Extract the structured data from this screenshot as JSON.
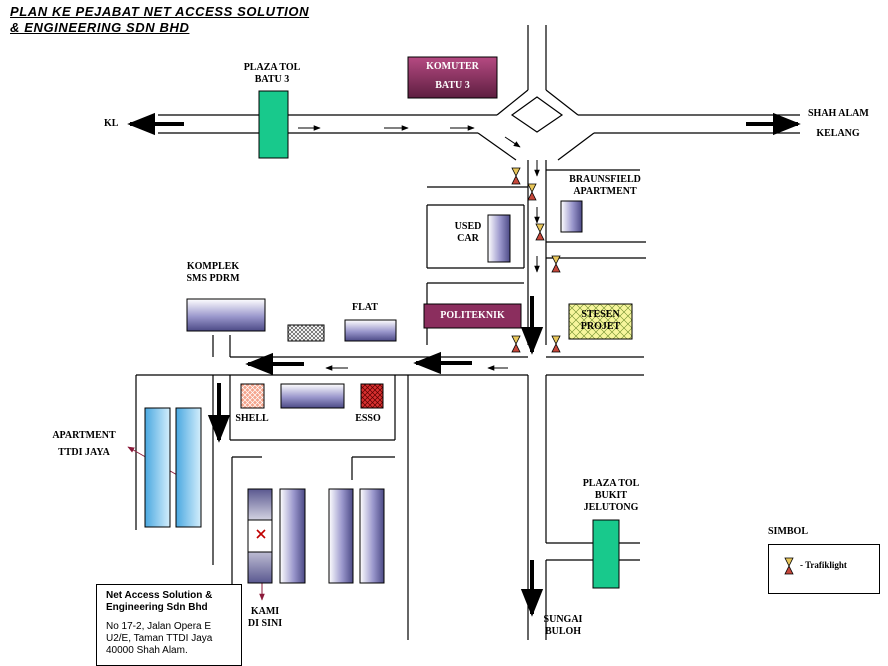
{
  "title": {
    "line1": "PLAN KE PEJABAT NET ACCESS SOLUTION",
    "line2": "& ENGINEERING SDN BHD"
  },
  "places": {
    "plaza_tol_batu3": [
      "PLAZA TOL",
      "BATU 3"
    ],
    "komuter": [
      "KOMUTER",
      "BATU 3"
    ],
    "kl": "KL",
    "shah_alam": "SHAH ALAM",
    "kelang": "KELANG",
    "braunsfield": [
      "BRAUNSFIELD",
      "APARTMENT"
    ],
    "used_car": [
      "USED",
      "CAR"
    ],
    "komplek": [
      "KOMPLEK",
      "SMS PDRM"
    ],
    "flat": "FLAT",
    "politeknik": "POLITEKNIK",
    "stesen_projet": [
      "STESEN",
      "PROJET"
    ],
    "shell": "SHELL",
    "esso": "ESSO",
    "apartment_ttdi": [
      "APARTMENT",
      "TTDI JAYA"
    ],
    "plaza_tol_bukit": [
      "PLAZA TOL",
      "BUKIT",
      "JELUTONG"
    ],
    "sungai_buloh": [
      "SUNGAI",
      "BULOH"
    ],
    "kami_di_sini": [
      "KAMI",
      "DI SINI"
    ]
  },
  "address": {
    "name": [
      "Net Access Solution &",
      "Engineering Sdn Bhd"
    ],
    "lines": [
      "No 17-2, Jalan Opera E",
      "U2/E, Taman TTDI Jaya",
      "40000 Shah Alam."
    ]
  },
  "legend": {
    "title": "SIMBOL",
    "trafficlight_label": "- Trafiklight",
    "icon": "trafficlight-icon"
  },
  "colors": {
    "toll_green": "#18c98c",
    "komuter_purple": "#7a2f58",
    "politeknik_purple": "#8b2e5e",
    "shell_orange": "#f4a48c",
    "esso_red": "#d83030",
    "stesen_yellow": "#f6f59c",
    "apartment_blue": "#7cc8f2",
    "marker_red": "#c00000"
  }
}
